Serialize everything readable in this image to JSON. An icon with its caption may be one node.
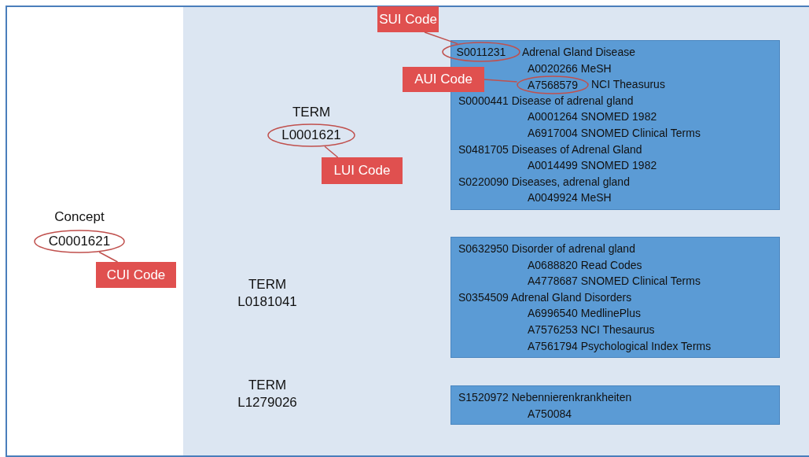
{
  "diagram": {
    "nodes": [
      {
        "text": [
          "C0001621"
        ],
        "beside": [
          "Concept"
        ]
      },
      {
        "text": [
          "CUI Code"
        ]
      },
      {
        "text": [
          "L0001621"
        ],
        "beside": [
          "TERM"
        ]
      },
      {
        "text": [
          "LUI Code"
        ]
      },
      {
        "text": [
          "Adrenal Gland Disease",
          "A0020266 MeSH",
          "NCI Theasurus",
          "S0000441 Disease of adrenal gland",
          "A0001264 SNOMED 1982",
          "A6917004 SNOMED Clinical Terms",
          "S0481705 Diseases of Adrenal Gland",
          "A0014499 SNOMED 1982",
          "S0220090 Diseases, adrenal gland",
          "A0049924 MeSH"
        ]
      },
      {
        "text": [
          "S0011231"
        ]
      },
      {
        "text": [
          "SUI Code"
        ]
      },
      {
        "text": [
          "A7568579"
        ],
        "in": 4
      },
      {
        "text": [
          "AUI Code"
        ]
      },
      {
        "text": [
          "S0632950 Disorder of adrenal gland",
          "A0688820 Read Codes",
          "A4778687 SNOMED Clinical Terms",
          "S0354509 Adrenal Gland Disorders",
          "A6996540 MedlinePlus",
          "A7576253 NCI Thesaurus",
          "A7561794 Psychological Index Terms"
        ]
      },
      {
        "text": [
          "S1520972 Nebennierenkrankheiten",
          "A750084"
        ]
      }
    ],
    "edges": [
      {
        "from": 1,
        "to": 0,
        "arrow": "none"
      },
      {
        "from": 3,
        "to": 2,
        "arrow": "none"
      },
      {
        "from": 6,
        "to": 5,
        "arrow": "none"
      },
      {
        "from": 8,
        "to": 7,
        "arrow": "none"
      }
    ],
    "labels": [
      "TERM",
      "L0181041",
      "TERM",
      "L1279026"
    ]
  }
}
